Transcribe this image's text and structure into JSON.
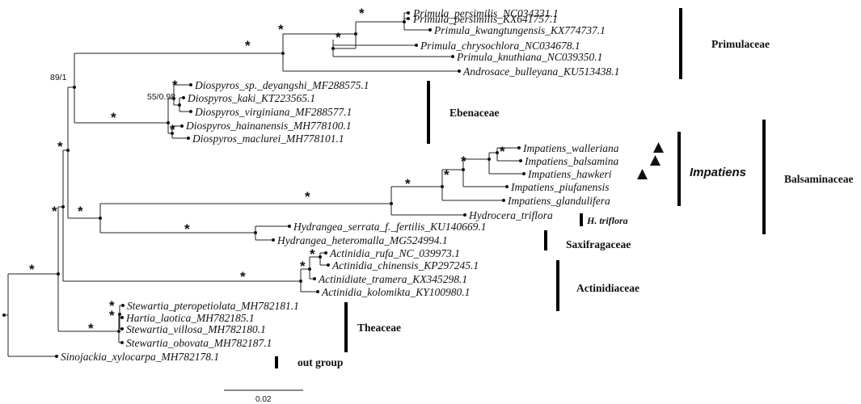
{
  "taxa": [
    "Primula_persimilis_NC034331.1",
    "Primula_persimilis_KX641757.1",
    "Primula_kwangtungensis_KX774737.1",
    "Primula_chrysochlora_NC034678.1",
    "Primula_knuthiana_NC039350.1",
    "Androsace_bulleyana_KU513438.1",
    "Diospyros_sp._deyangshi_MF288575.1",
    "Diospyros_kaki_KT223565.1",
    "Diospyros_virginiana_MF288577.1",
    "Diospyros_hainanensis_MH778100.1",
    "Diospyros_maclurei_MH778101.1",
    "Impatiens_walleriana",
    "Impatiens_balsamina",
    "Impatiens_hawkeri",
    "Impatiens_piufanensis",
    "Impatiens_glandulifera",
    "Hydrocera_triflora",
    "Hydrangea_serrata_f._fertilis_KU140669.1",
    "Hydrangea_heteromalla_MG524994.1",
    "Actinidia_rufa_NC_039973.1",
    "Actinidia_chinensis_KP297245.1",
    "Actinidiate_tramera_KX345298.1",
    "Actinidia_kolomikta_KY100980.1",
    "Stewartia_pteropetiolata_MH782181.1",
    "Hartia_laotica_MH782185.1",
    "Stewartia_villosa_MH782180.1",
    "Stewartia_obovata_MH782187.1",
    "Sinojackia_xylocarpa_MH782178.1"
  ],
  "support": {
    "star": "*",
    "node_89_1": "89/1",
    "node_55_098": "55/0.98"
  },
  "groups": {
    "primulaceae": "Primulaceae",
    "ebenaceae": "Ebenaceae",
    "impatiens": "Impatiens",
    "balsaminaceae": "Balsaminaceae",
    "h_triflora": "H. triflora",
    "saxifragaceae": "Saxifragaceae",
    "actinidiaceae": "Actinidiaceae",
    "theaceae": "Theaceae",
    "outgroup": "out group"
  },
  "scale_bar": "0.02",
  "colors": {
    "ink": "#111111"
  }
}
